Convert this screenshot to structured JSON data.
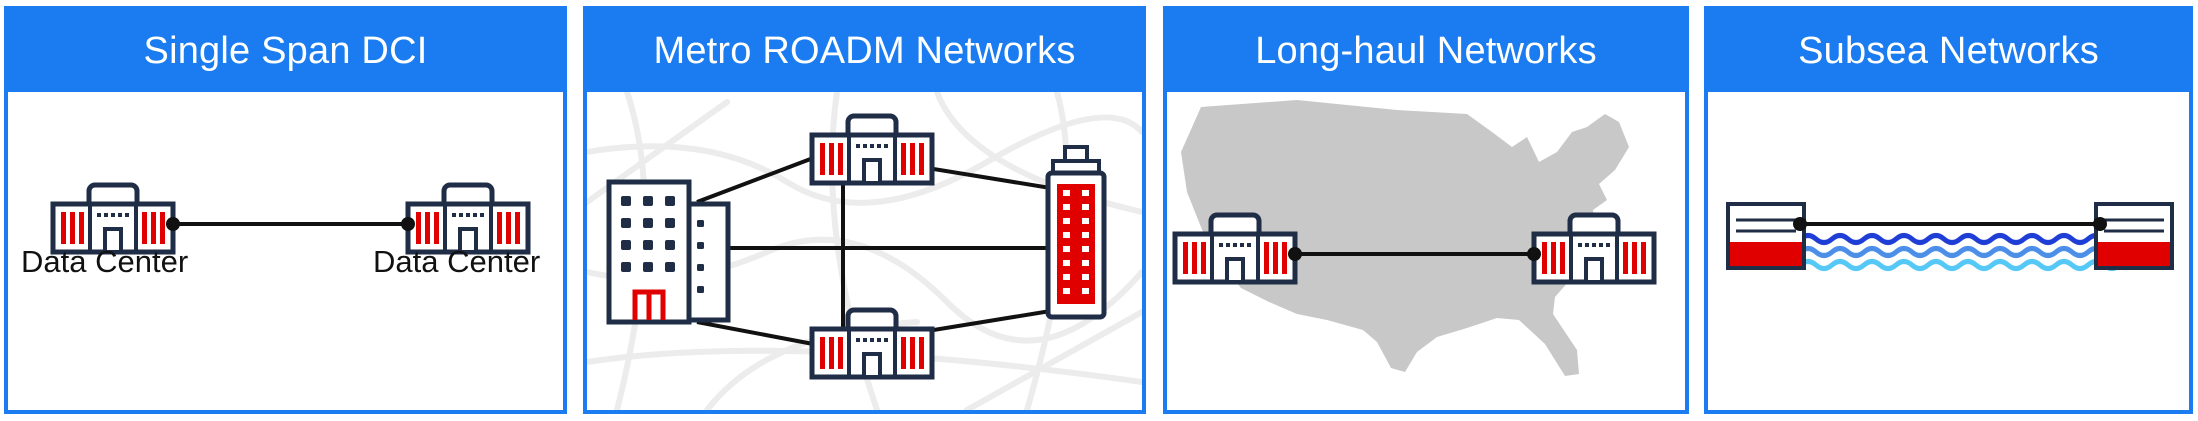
{
  "panels": [
    {
      "title": "Single Span DCI",
      "labels": [
        "Data Center",
        "Data Center"
      ]
    },
    {
      "title": "Metro ROADM Networks"
    },
    {
      "title": "Long-haul Networks"
    },
    {
      "title": "Subsea Networks"
    }
  ],
  "colors": {
    "brand_blue": "#1a7cf0",
    "accent_red": "#e00000",
    "icon_navy": "#1f2d46",
    "map_gray": "#c8c8c8",
    "wave_dark": "#1f3ed6",
    "wave_mid": "#4b8fe8",
    "wave_light": "#55c8f5"
  },
  "icons": [
    "data-center-icon",
    "office-building-icon",
    "skyscraper-icon",
    "usa-map",
    "landing-station-icon",
    "ocean-waves"
  ]
}
